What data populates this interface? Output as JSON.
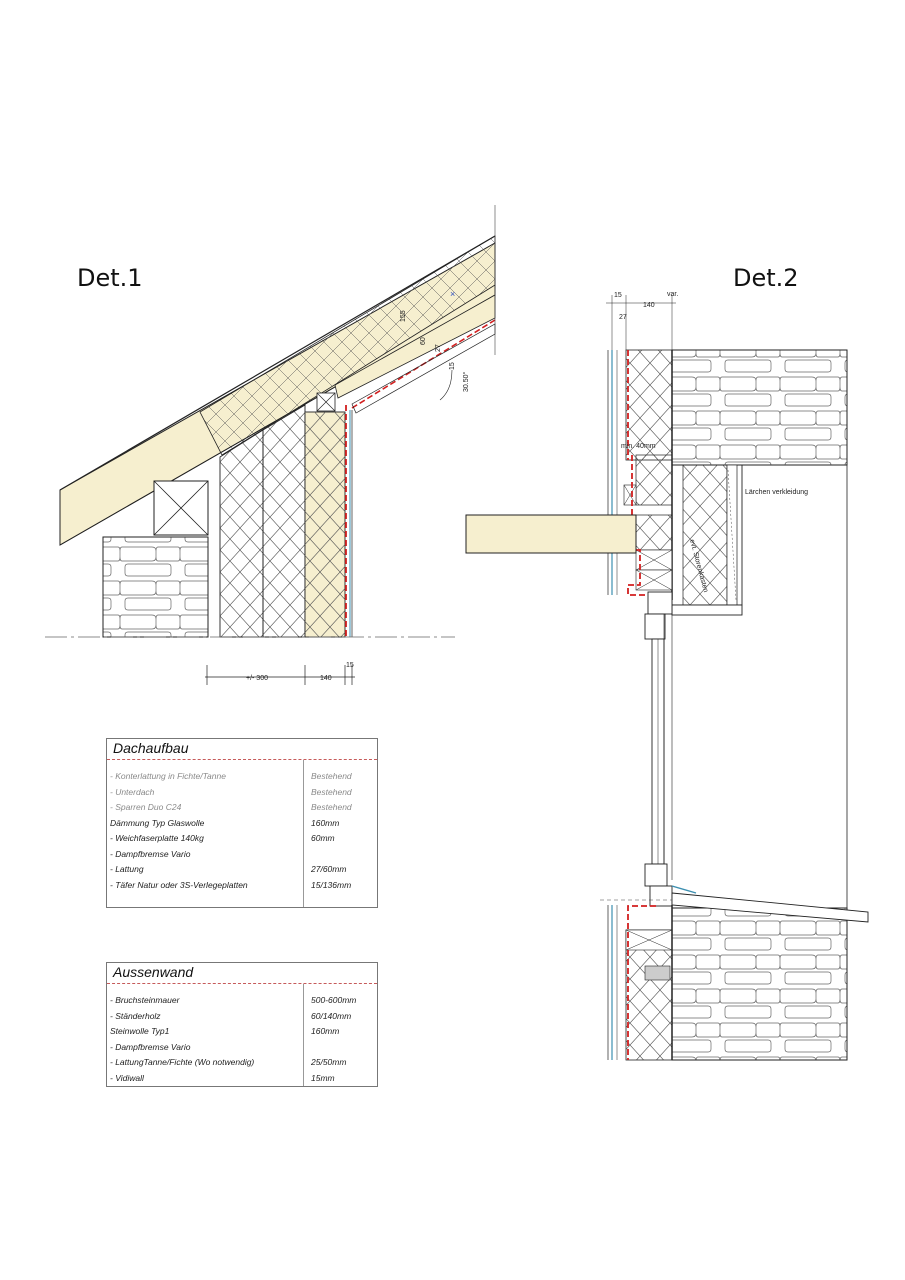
{
  "det1": {
    "title": "Det.1",
    "dims": [
      "+/- 300",
      "140",
      "15"
    ],
    "roof_dims": [
      "155",
      "60",
      "27",
      "15"
    ],
    "pitch": "30.50°"
  },
  "det2": {
    "title": "Det.2",
    "dims_top": [
      "15",
      "140",
      "var."
    ],
    "dim_27": "27",
    "min_note": "min. 40mm",
    "note_laerchen": "Lärchen verkleidung",
    "note_storen": "evt. Storenkasten"
  },
  "dachaufbau": {
    "title": "Dachaufbau",
    "rows": [
      {
        "item": "- Konterlattung in Fichte/Tanne",
        "value": "Bestehend",
        "muted": true
      },
      {
        "item": "- Unterdach",
        "value": "Bestehend",
        "muted": true
      },
      {
        "item": "- Sparren Duo C24",
        "value": "Bestehend",
        "muted": true
      },
      {
        "item": "  Dämmung Typ Glaswolle",
        "value": "160mm",
        "muted": false
      },
      {
        "item": "- Weichfaserplatte 140kg",
        "value": "60mm",
        "muted": false
      },
      {
        "item": "- Dampfbremse Vario",
        "value": "",
        "muted": false
      },
      {
        "item": "- Lattung",
        "value": "27/60mm",
        "muted": false
      },
      {
        "item": "- Täfer Natur  oder 3S-Verlegeplatten",
        "value": "15/136mm",
        "muted": false
      }
    ]
  },
  "aussenwand": {
    "title": "Aussenwand",
    "rows": [
      {
        "item": "- Bruchsteinmauer",
        "value": "500-600mm"
      },
      {
        "item": "- Ständerholz",
        "value": "60/140mm"
      },
      {
        "item": "  Steinwolle Typ1",
        "value": "160mm"
      },
      {
        "item": "- Dampfbremse Vario",
        "value": ""
      },
      {
        "item": "- LattungTanne/Fichte   (Wo notwendig)",
        "value": "25/50mm"
      },
      {
        "item": "- Vidiwall",
        "value": "15mm"
      }
    ]
  },
  "colors": {
    "vapor_barrier": "#d21f1f",
    "wood": "#f6efcf",
    "line": "#222222",
    "cladding": "#3c8fb0"
  }
}
